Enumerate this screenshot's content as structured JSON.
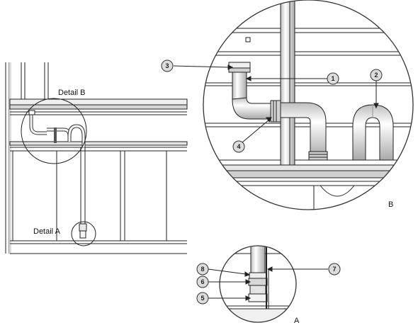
{
  "labels": {
    "detail_b": "Detail B",
    "detail_a": "Detail A",
    "view_b": "B",
    "view_a": "A"
  },
  "callouts": {
    "c1": "1",
    "c2": "2",
    "c3": "3",
    "c4": "4",
    "c5": "5",
    "c6": "6",
    "c7": "7",
    "c8": "8"
  },
  "colors": {
    "line": "#222222",
    "pipe_fill": "#f2f2f2",
    "shadow": "#d8d8d8",
    "callout_fill": "#dcdcdc"
  }
}
